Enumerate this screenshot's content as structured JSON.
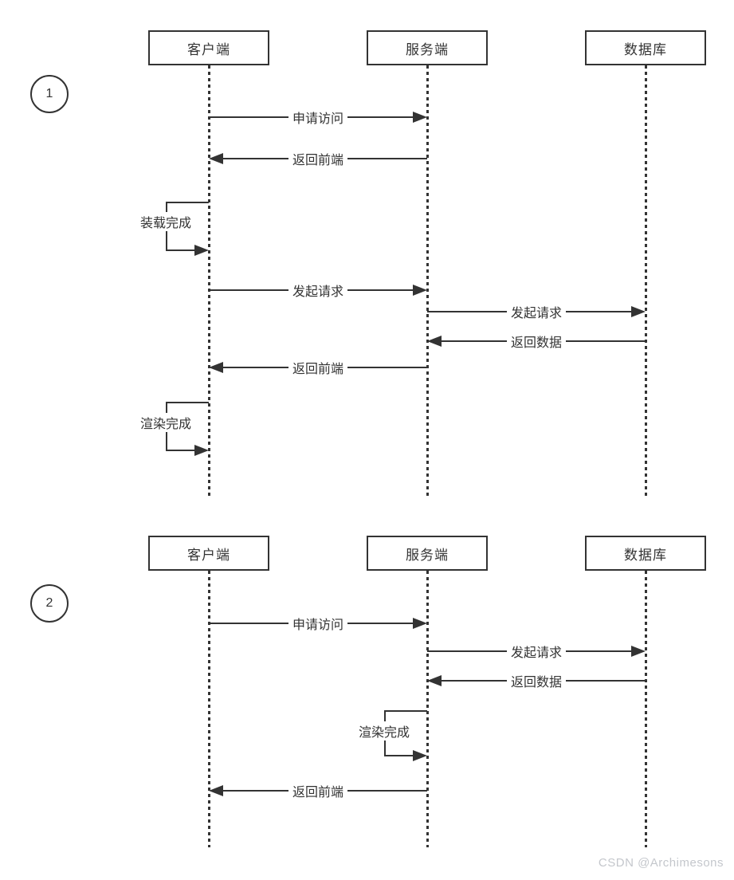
{
  "colors": {
    "ink": "#333333",
    "background": "#ffffff",
    "watermark": "#c4c7cc"
  },
  "watermark_text": "CSDN @Archimesons",
  "diagrams": [
    {
      "badge": "1",
      "actors": [
        {
          "label": "客户端"
        },
        {
          "label": "服务端"
        },
        {
          "label": "数据库"
        }
      ],
      "messages": [
        {
          "type": "arrow",
          "label": "申请访问",
          "from": "客户端",
          "to": "服务端"
        },
        {
          "type": "arrow",
          "label": "返回前端",
          "from": "服务端",
          "to": "客户端"
        },
        {
          "type": "self",
          "label": "装载完成",
          "on": "客户端"
        },
        {
          "type": "arrow",
          "label": "发起请求",
          "from": "客户端",
          "to": "服务端"
        },
        {
          "type": "arrow",
          "label": "发起请求",
          "from": "服务端",
          "to": "数据库"
        },
        {
          "type": "arrow",
          "label": "返回数据",
          "from": "数据库",
          "to": "服务端"
        },
        {
          "type": "arrow",
          "label": "返回前端",
          "from": "服务端",
          "to": "客户端"
        },
        {
          "type": "self",
          "label": "渲染完成",
          "on": "客户端"
        }
      ]
    },
    {
      "badge": "2",
      "actors": [
        {
          "label": "客户端"
        },
        {
          "label": "服务端"
        },
        {
          "label": "数据库"
        }
      ],
      "messages": [
        {
          "type": "arrow",
          "label": "申请访问",
          "from": "客户端",
          "to": "服务端"
        },
        {
          "type": "arrow",
          "label": "发起请求",
          "from": "服务端",
          "to": "数据库"
        },
        {
          "type": "arrow",
          "label": "返回数据",
          "from": "数据库",
          "to": "服务端"
        },
        {
          "type": "self",
          "label": "渲染完成",
          "on": "服务端"
        },
        {
          "type": "arrow",
          "label": "返回前端",
          "from": "服务端",
          "to": "客户端"
        }
      ]
    }
  ]
}
